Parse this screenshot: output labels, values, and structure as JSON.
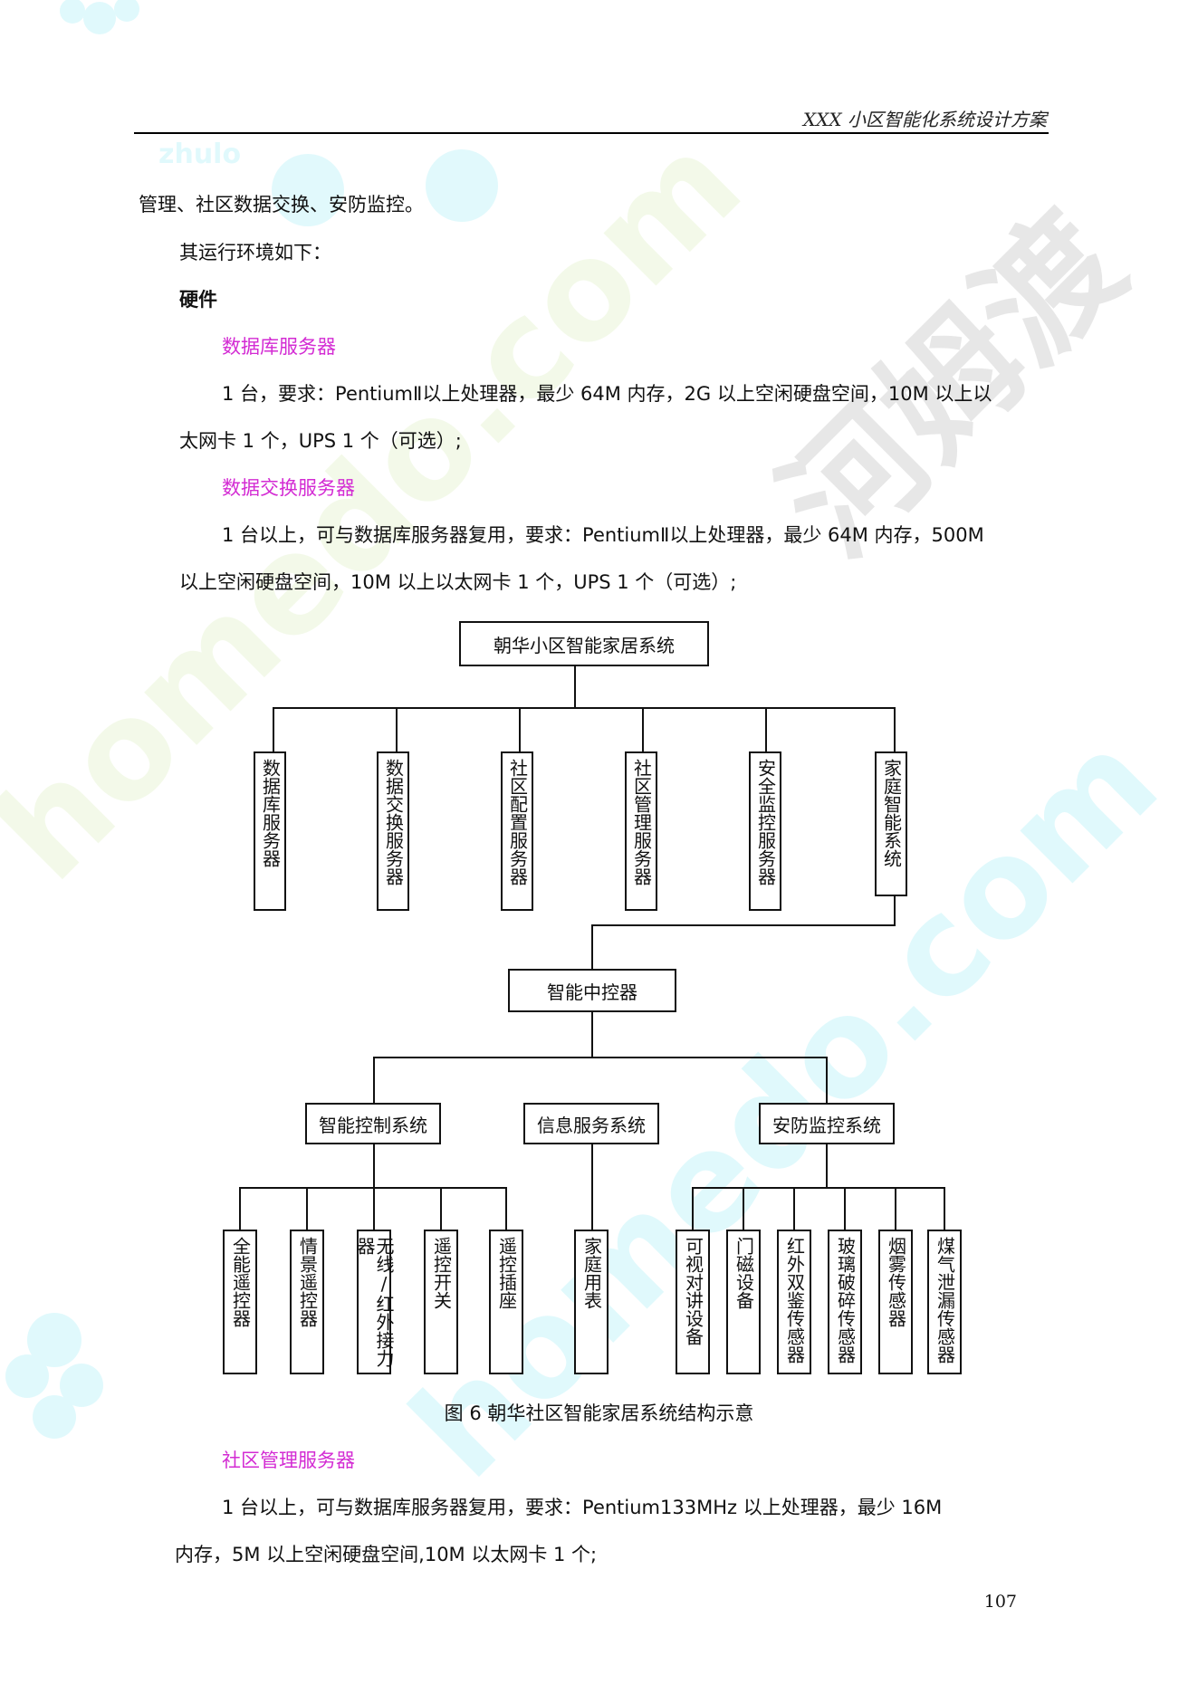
{
  "header": {
    "title": "XXX 小区智能化系统设计方案"
  },
  "paragraphs": {
    "p1": "管理、社区数据交换、安防监控。",
    "p2": "其运行环境如下：",
    "h1": "硬件",
    "s1": "数据库服务器",
    "p3": "1 台，要求：PentiumⅡ以上处理器，最少 64M 内存，2G 以上空闲硬盘空间，10M 以上以",
    "p4": "太网卡 1 个，UPS 1 个（可选）;",
    "s2": "数据交换服务器",
    "p5": "1 台以上，可与数据库服务器复用，要求：PentiumⅡ以上处理器，最少 64M 内存，500M",
    "p6": "以上空闲硬盘空间，10M 以上以太网卡 1 个，UPS 1 个（可选）;",
    "s3": "社区管理服务器",
    "p7": "1 台以上，可与数据库服务器复用，要求：Pentium133MHz 以上处理器，最少 16M",
    "p8": "内存，5M 以上空闲硬盘空间,10M 以太网卡 1 个;"
  },
  "diagram": {
    "root": "朝华小区智能家居系统",
    "level1": [
      "数据库服务器",
      "数据交换服务器",
      "社区配置服务器",
      "社区管理服务器",
      "安全监控服务器",
      "家庭智能系统"
    ],
    "hub": "智能中控器",
    "level2": [
      "智能控制系统",
      "信息服务系统",
      "安防监控系统"
    ],
    "control_items": [
      "全能遥控器",
      "情景遥控器",
      "无线/红外接力器",
      "遥控开关",
      "遥控插座"
    ],
    "info_items": [
      "家庭用表"
    ],
    "security_items": [
      "可视对讲设备",
      "门磁设备",
      "红外双鉴传感器",
      "玻璃破碎传感器",
      "烟雾传感器",
      "煤气泄漏传感器"
    ]
  },
  "caption": "图 6 朝华社区智能家居系统结构示意",
  "page_number": "107",
  "watermarks": [
    "homedo.com",
    "河姆渡",
    "zhulo"
  ]
}
